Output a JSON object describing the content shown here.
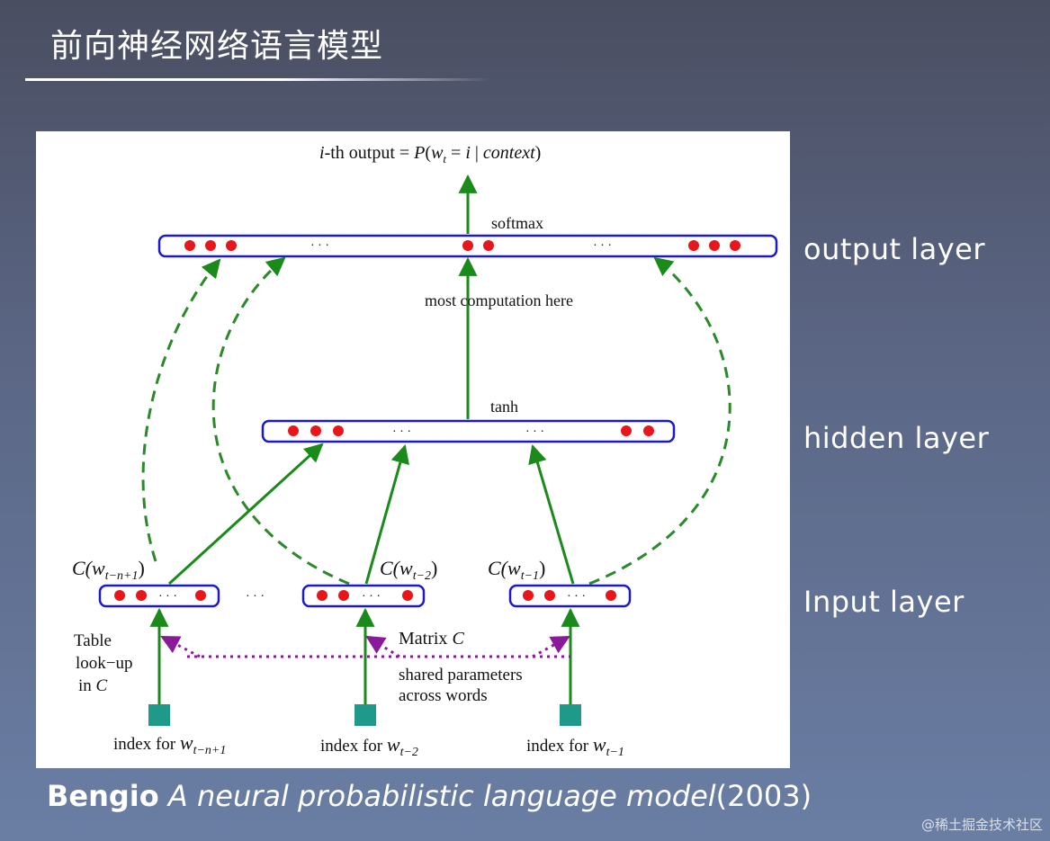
{
  "slide": {
    "title": "前向神经网络语言模型",
    "layer_labels": {
      "output": "output layer",
      "hidden": "hidden layer",
      "input": "Input layer"
    },
    "citation": {
      "author": "Bengio",
      "paper": "A neural probabilistic language model",
      "year": "(2003)"
    },
    "watermark": "@稀土掘金技术社区"
  },
  "diagram": {
    "output_formula": {
      "prefix_i": "i",
      "prefix_rest": "-th output = ",
      "p": "P",
      "open": "(",
      "w": "w",
      "w_sub": "t",
      "mid": " = ",
      "i": "i",
      "bar": " | ",
      "context": "context",
      "close": ")"
    },
    "softmax": "softmax",
    "most_computation": "most  computation here",
    "tanh": "tanh",
    "ellipsis": "· · ·",
    "inputs": [
      {
        "c_open": "C(",
        "w": "w",
        "sub": "t−n+1",
        "c_close": ")",
        "index_label": "index for ",
        "index_w": "w",
        "index_sub": "t−n+1"
      },
      {
        "c_open": "C(",
        "w": "w",
        "sub": "t−2",
        "c_close": ")",
        "index_label": "index for ",
        "index_w": "w",
        "index_sub": "t−2"
      },
      {
        "c_open": "C(",
        "w": "w",
        "sub": "t−1",
        "c_close": ")",
        "index_label": "index for ",
        "index_w": "w",
        "index_sub": "t−1"
      }
    ],
    "table_lookup": [
      "Table",
      "look−up",
      "in "
    ],
    "table_lookup_c": "C",
    "matrix_label": "Matrix ",
    "matrix_c": "C",
    "shared_params": [
      "shared parameters",
      "across words"
    ],
    "colors": {
      "layer_border": "#1a1acc",
      "neuron": "#e8161b",
      "arrow": "#1a8a1a",
      "dashed": "#2a8a2a",
      "shared_dotted": "#8a1a9a",
      "index_square": "#1f9a8a"
    }
  }
}
